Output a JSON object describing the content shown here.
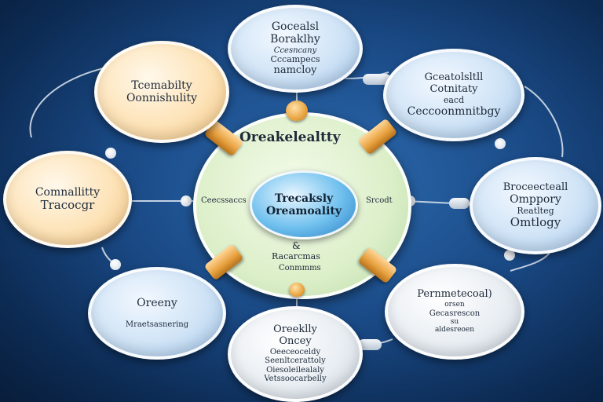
{
  "center": {
    "outer_title": "Oreakelealtty",
    "core_line1": "Trecaksly",
    "core_line2": "Oreamoality",
    "left_label": "Ceecssaccs",
    "right_label": "Srcodt",
    "bottom_line1": "&",
    "bottom_line2": "Racarcmas",
    "bottom_line3": "Conmmms"
  },
  "nodes": {
    "top": [
      "Gocealsl",
      "Boraklhy",
      "Ccesncany",
      "Cccampecs",
      "namcloy"
    ],
    "top_right": [
      "Gceatolsltll",
      "Cotnitaty",
      "eacd",
      "Ceccoonmnitbgy"
    ],
    "right": [
      "Broceecteall",
      "Omppory",
      "Reatlteg",
      "Omtlogy"
    ],
    "bottom_right": [
      "Pernmetecoal)",
      "orsen",
      "Gecasrescon",
      "su",
      "aldesreoen"
    ],
    "bottom": [
      "Oreeklly",
      "Oncey",
      "Oeeceoceldy",
      "Seenltcerattoly",
      "Oiesoleilealaly",
      "Vetssoocarbelly"
    ],
    "bottom_left": [
      "Oreeny",
      "Mraetsasnering"
    ],
    "left": [
      "Comnallitty",
      "Tracocgr"
    ],
    "top_left": [
      "Tcemabilty",
      "Oonnishulity"
    ]
  }
}
